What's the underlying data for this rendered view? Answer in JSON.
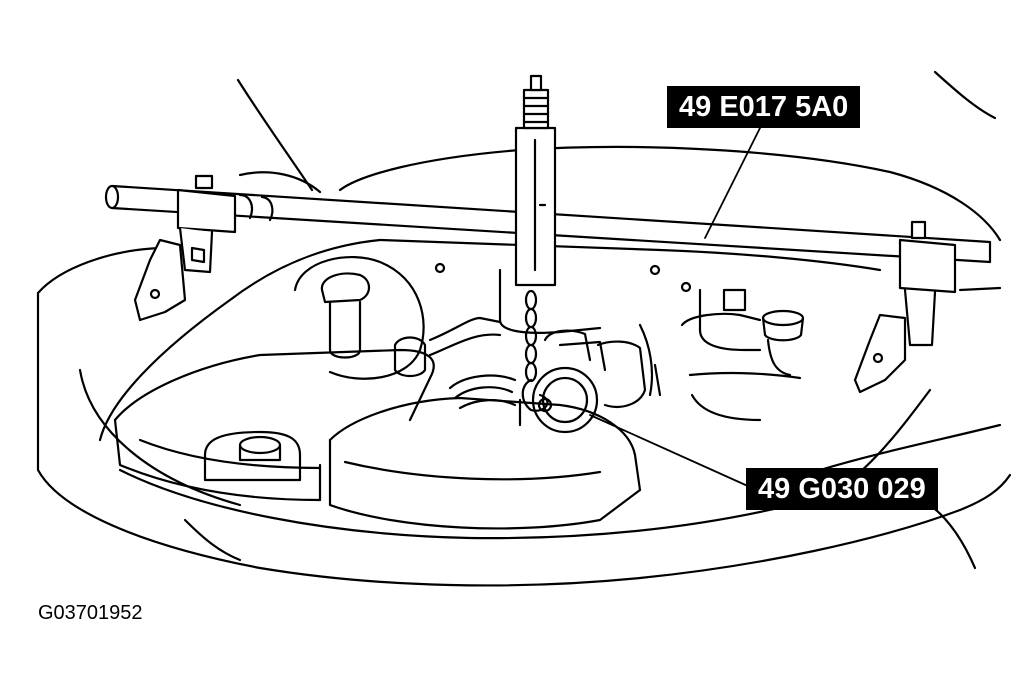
{
  "callouts": {
    "engine_support_tool": "49 E017 5A0",
    "hanger_tool": "49 G030 029"
  },
  "figure_id": "G03701952"
}
